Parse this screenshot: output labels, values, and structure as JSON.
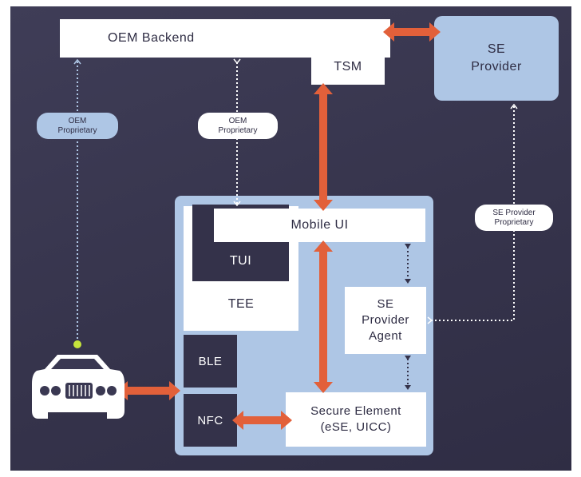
{
  "nodes": {
    "oem_backend": "OEM Backend",
    "tsm": "TSM",
    "se_provider": "SE\nProvider",
    "mobile_ui": "Mobile UI",
    "tui": "TUI",
    "tee": "TEE",
    "se_provider_agent": "SE\nProvider\nAgent",
    "ble": "BLE",
    "nfc": "NFC",
    "secure_element": "Secure Element\n(eSE, UICC)"
  },
  "edge_labels": {
    "oem_proprietary_left": "OEM\nProprietary",
    "oem_proprietary_center": "OEM\nProprietary",
    "se_provider_proprietary": "SE Provider\nProprietary"
  },
  "colors": {
    "background": "#3a3852",
    "box_white": "#ffffff",
    "box_dark": "#34324a",
    "box_blue": "#aec6e5",
    "arrow_orange": "#e2603a",
    "car_dot": "#c6e53c"
  },
  "icons": [
    "car-icon"
  ]
}
